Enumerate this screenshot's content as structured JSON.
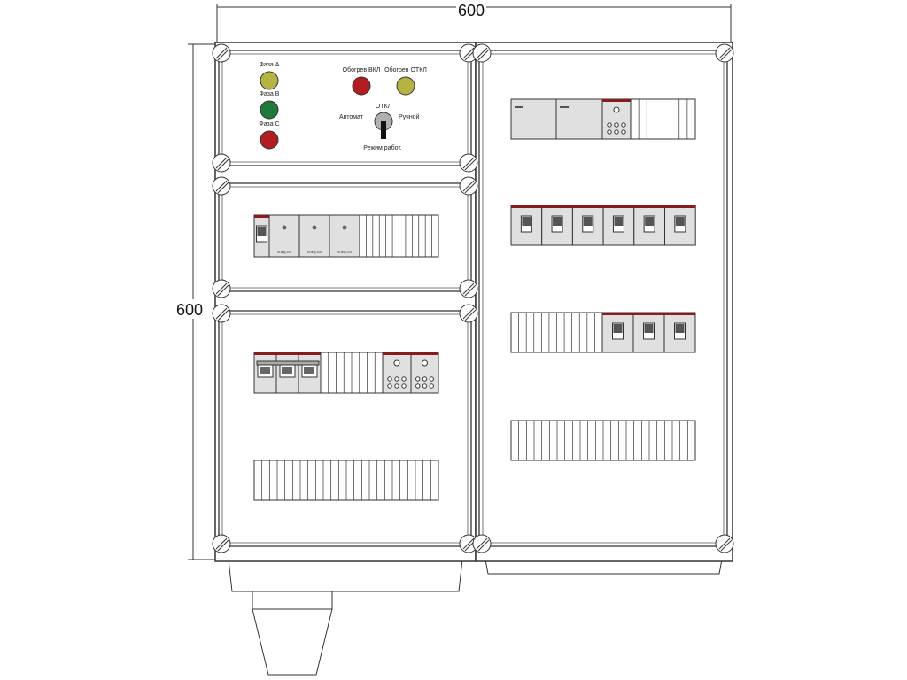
{
  "dimensions": {
    "width_label": "600",
    "height_label": "600"
  },
  "indicators": [
    {
      "label": "Фаза А",
      "color": "#b5b442"
    },
    {
      "label": "Фаза В",
      "color": "#1d7a3a"
    },
    {
      "label": "Фаза С",
      "color": "#b21d22"
    }
  ],
  "heating": [
    {
      "label": "Обогрев ВКЛ",
      "color": "#b21d22"
    },
    {
      "label": "Обогрев ОТКЛ",
      "color": "#b5b442"
    }
  ],
  "selector": {
    "top": "ОТКЛ",
    "left": "Автомат",
    "right": "Ручной",
    "bottom": "Режим работ."
  },
  "module_label": "In-fing 200",
  "colors": {
    "panel": "#ffffff",
    "module": "#e0e0e0",
    "accent": "#8b1a1a",
    "outline": "#333333"
  }
}
